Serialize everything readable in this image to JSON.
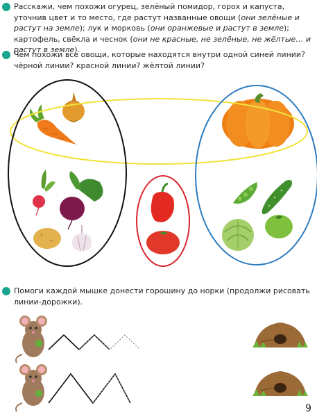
{
  "tasks": [
    {
      "segments": [
        {
          "t": "Расскажи, чем похожи огурец, зелёный помидор, горох и капуста, уточнив цвет и то место, где растут названные овощи (",
          "i": false
        },
        {
          "t": "они зелёные и растут на земле",
          "i": true
        },
        {
          "t": "); лук и морковь (",
          "i": false
        },
        {
          "t": "они оранжевые и растут в земле",
          "i": true
        },
        {
          "t": "); картофель, свёкла и чеснок (",
          "i": false
        },
        {
          "t": "они не красные, не зелёные, не жёлтые… и растут в земле",
          "i": true
        },
        {
          "t": ").",
          "i": false
        }
      ]
    },
    {
      "segments": [
        {
          "t": "Чем похожи все овощи, которые находятся внутри одной синей линии? чёрной линии? красной линии? жёлтой линии?",
          "i": false
        }
      ]
    },
    {
      "segments": [
        {
          "t": "Помоги каждой мышке донести горошину до норки (продолжи рисовать линии-дорожки).",
          "i": false
        }
      ]
    }
  ],
  "page_number": "9",
  "colors": {
    "bullet": "#1aa58f",
    "yellow_line": "#f1e33a",
    "black_line": "#111111",
    "red_line": "#d8262e",
    "blue_line": "#2b7bc0"
  },
  "icons": [
    "onion-icon",
    "carrot-icon",
    "pumpkin-icon",
    "radish-icon",
    "beet-icon",
    "potato-icon",
    "garlic-icon",
    "pepper-icon",
    "tomato-icon",
    "peas-icon",
    "cucumber-icon",
    "cabbage-icon",
    "green-tomato-icon",
    "mouse-icon",
    "burrow-icon"
  ]
}
